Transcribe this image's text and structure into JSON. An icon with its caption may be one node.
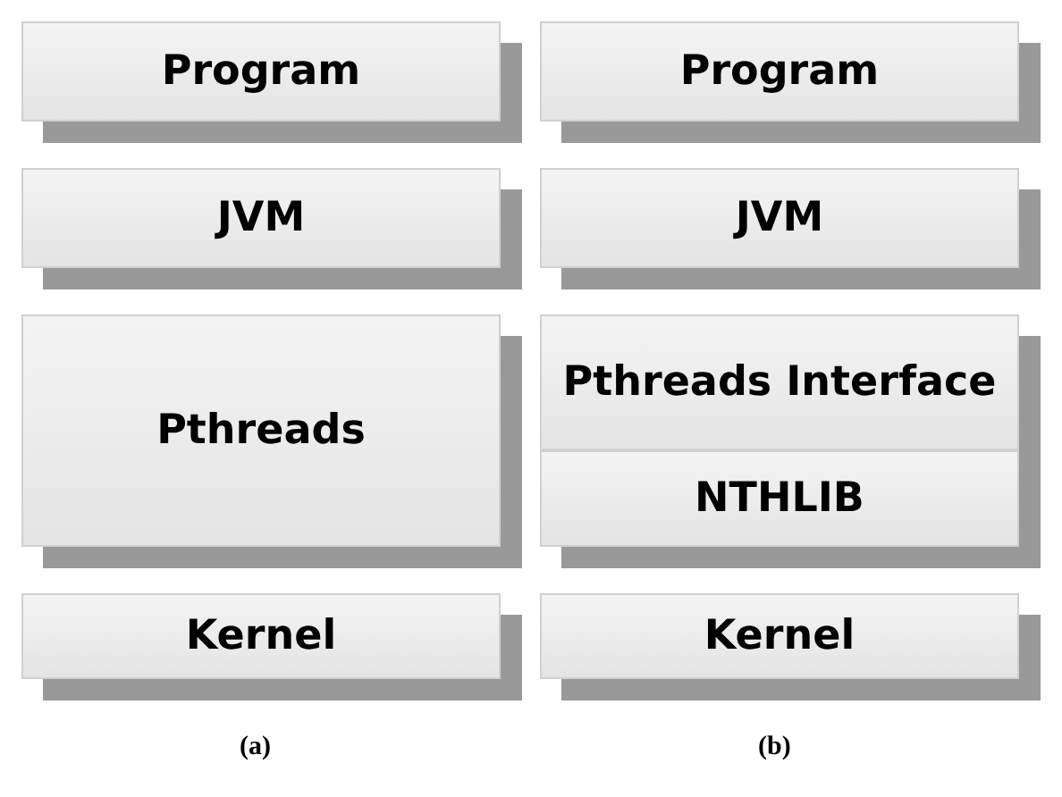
{
  "diagram": {
    "nodes": [
      {
        "text": [
          "Program"
        ]
      },
      {
        "text": [
          "JVM"
        ]
      },
      {
        "text": [
          "Pthreads"
        ]
      },
      {
        "text": [
          "Kernel"
        ]
      },
      {
        "text": [
          "Program"
        ]
      },
      {
        "text": [
          "JVM"
        ]
      },
      {
        "text": [
          "Pthreads Interface"
        ]
      },
      {
        "text": [
          "NTHLIB"
        ]
      },
      {
        "text": [
          "Kernel"
        ]
      }
    ],
    "edges": [],
    "labels": [
      "(a)",
      "(b)"
    ]
  }
}
